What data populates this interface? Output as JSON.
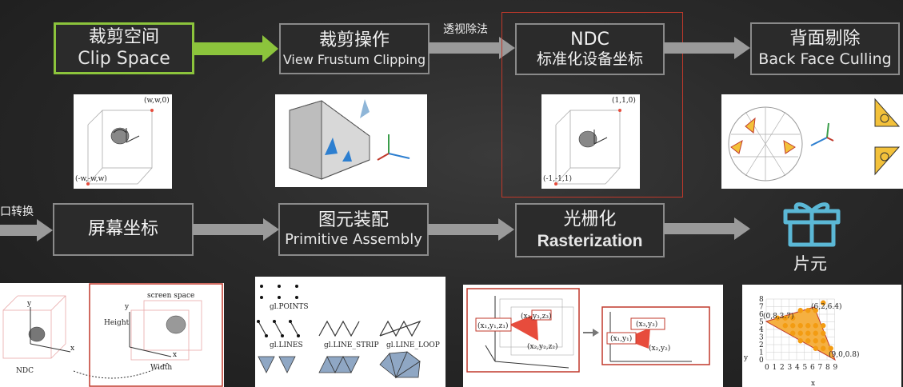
{
  "flow_row1": {
    "clip_space": {
      "zh": "裁剪空间",
      "en": "Clip Space"
    },
    "clipping": {
      "zh": "裁剪操作",
      "en": "View Frustum Clipping"
    },
    "ndc": {
      "zh": "NDC",
      "en": "标准化设备坐标"
    },
    "backface": {
      "zh": "背面剔除",
      "en": "Back Face Culling"
    },
    "arrow_label": "透视除法"
  },
  "flow_row2": {
    "viewport_label": "视口转换",
    "screen": {
      "zh": "屏幕坐标"
    },
    "assembly": {
      "zh": "图元装配",
      "en": "Primitive Assembly"
    },
    "raster": {
      "zh": "光栅化",
      "en": "Rasterization"
    },
    "fragment": "片元"
  },
  "thumb_clip": {
    "corner_top": "(w,w,0)",
    "corner_bottom": "(-w,-w,w)"
  },
  "thumb_ndc": {
    "corner_top": "(1,1,0)",
    "corner_bottom": "(-1,-1,1)"
  },
  "thumb_screen": {
    "title": "screen space",
    "height": "Height",
    "width": "Width",
    "ndc": "NDC"
  },
  "thumb_assembly": {
    "points": "gl.POINTS",
    "lines": "gl.LINES",
    "strip": "gl.LINE_STRIP",
    "loop": "gl.LINE_LOOP"
  },
  "thumb_raster": {
    "p1": "(x₁,y₁,z₁)",
    "p2": "(x₂,y₂,z₂)",
    "p3": "(x₃,y₃,z₃)",
    "q1": "(x₁,y₁)",
    "q2": "(x₂,y₂)",
    "q3": "(x₃,y₃)"
  },
  "thumb_grid": {
    "a": "(0,8,3.7)",
    "b": "(6,2,6.4)",
    "c": "(9,0,0.8)",
    "y_ticks": [
      "8",
      "7",
      "6",
      "5",
      "4",
      "3",
      "2",
      "1",
      "0"
    ],
    "x_ticks": [
      "0",
      "1",
      "2",
      "3",
      "4",
      "5",
      "6",
      "7",
      "8",
      "9"
    ],
    "y": "y",
    "x": "x"
  },
  "colors": {
    "accent_green": "#8cc43c",
    "highlight_red": "#c0392b",
    "gift_blue": "#5bb8d6"
  }
}
